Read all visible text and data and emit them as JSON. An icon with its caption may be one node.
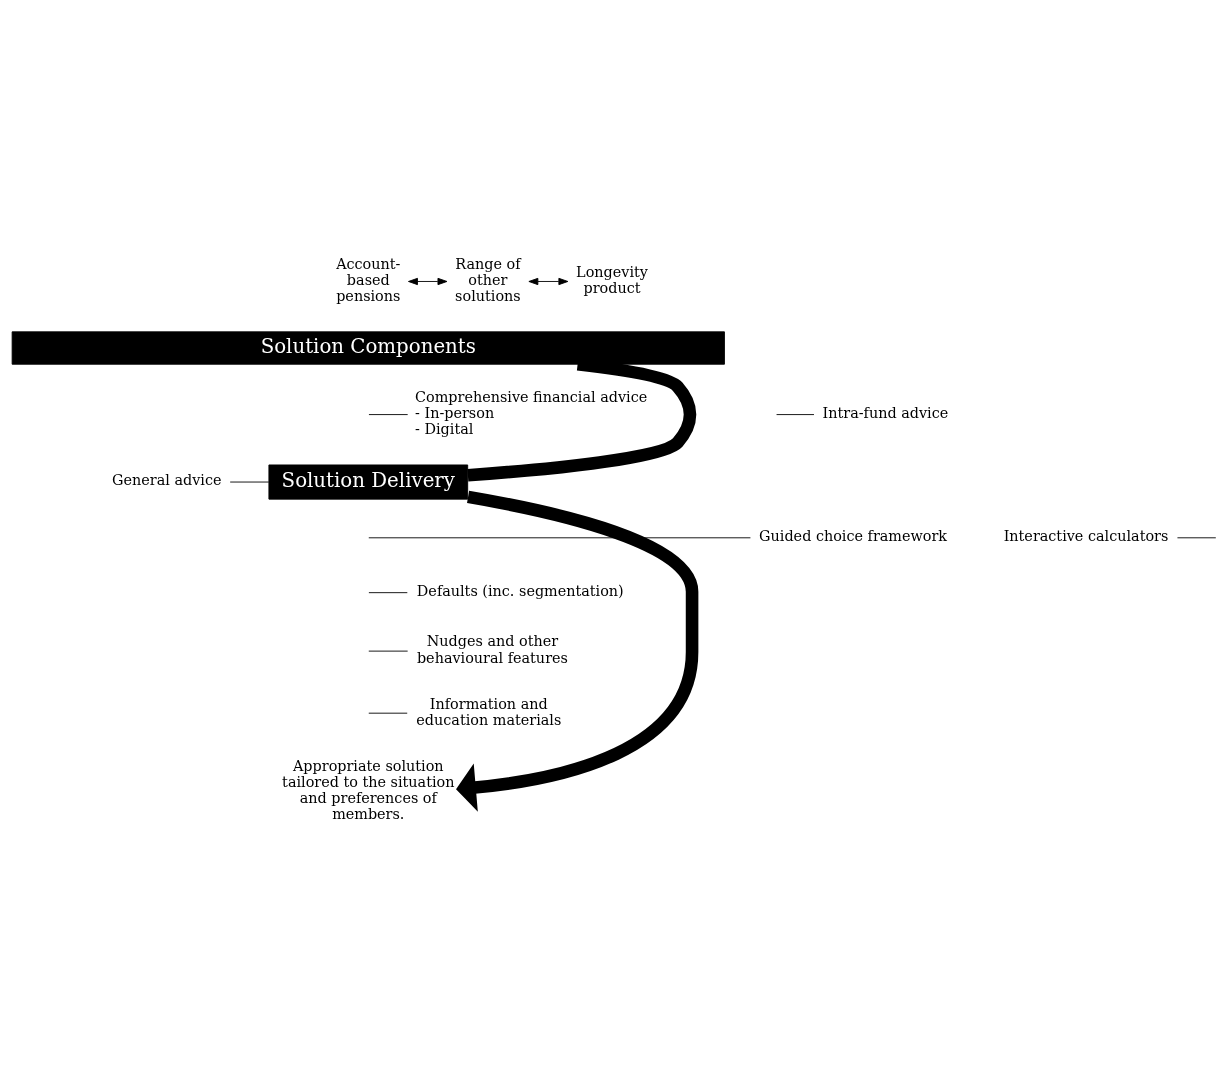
{
  "diagram": {
    "nodes": [
      {
        "text": [
          "Account- based pensions"
        ]
      },
      {
        "text": [
          "Range of other solutions"
        ]
      },
      {
        "text": [
          "Longevity product"
        ]
      },
      {
        "text": [
          "Solution Components"
        ]
      },
      {
        "text": [
          "Solution Delivery"
        ]
      },
      {
        "text": [
          "Comprehensive financial advice",
          "- In-person",
          "- Digital"
        ]
      },
      {
        "text": [
          "Intra-fund advice"
        ]
      },
      {
        "text": [
          "General advice"
        ]
      },
      {
        "text": [
          "Guided choice framework"
        ]
      },
      {
        "text": [
          "Interactive calculators"
        ]
      },
      {
        "text": [
          "Defaults (inc. segmentation)"
        ]
      },
      {
        "text": [
          "Nudges and other behavioural features"
        ]
      },
      {
        "text": [
          "Information and education materials"
        ]
      },
      {
        "text": [
          "Appropriate solution tailored to the situation and preferences of members."
        ]
      }
    ],
    "edges": [
      {
        "from": 0,
        "to": 1,
        "arrow": "both"
      },
      {
        "from": 1,
        "to": 2,
        "arrow": "both"
      },
      {
        "from": 3,
        "to": 4,
        "arrow": "none",
        "style": "thick"
      },
      {
        "from": 4,
        "to": 13,
        "arrow": "to",
        "style": "thick"
      },
      {
        "from": 5,
        "to": null,
        "arrow": "none"
      },
      {
        "from": 6,
        "to": null,
        "arrow": "none"
      },
      {
        "from": 7,
        "to": 4,
        "arrow": "none"
      },
      {
        "from": 8,
        "to": null,
        "arrow": "none"
      },
      {
        "from": 9,
        "to": null,
        "arrow": "none"
      },
      {
        "from": 10,
        "to": null,
        "arrow": "none"
      },
      {
        "from": 11,
        "to": null,
        "arrow": "none"
      },
      {
        "from": 12,
        "to": null,
        "arrow": "none"
      }
    ]
  }
}
